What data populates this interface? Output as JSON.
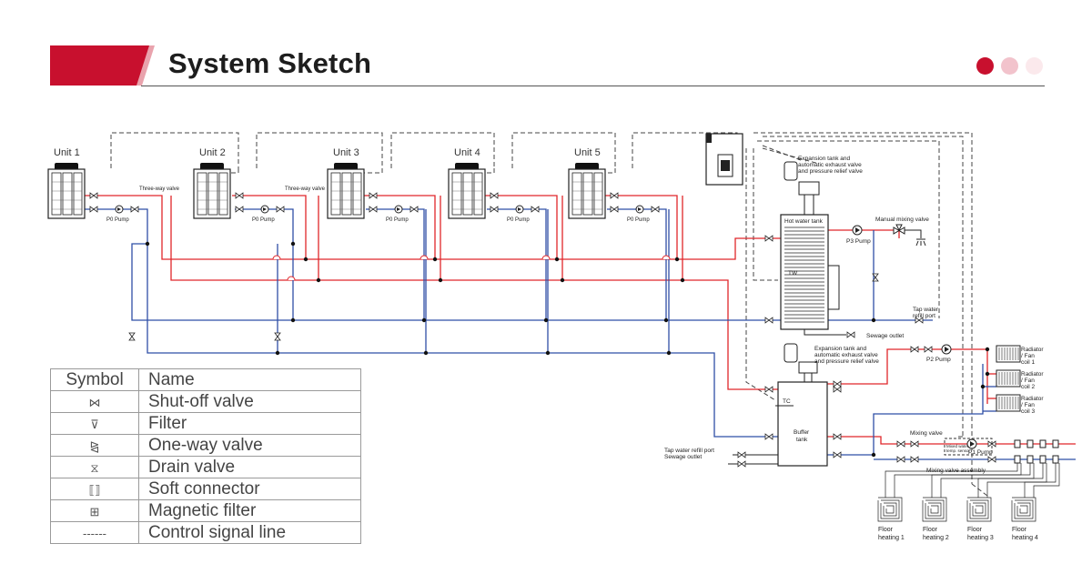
{
  "header": {
    "title": "System Sketch",
    "dots": [
      "#c8102e",
      "#f2c3cc",
      "#fbe9ec"
    ]
  },
  "colors": {
    "hot": "#e0262a",
    "cold": "#2f4fa6",
    "line": "#333333",
    "signal": "#444444"
  },
  "units": [
    {
      "label": "Unit 1",
      "pump": "P0 Pump",
      "valve": "Three-way valve"
    },
    {
      "label": "Unit 2",
      "pump": "P0 Pump",
      "valve": "Three-way valve"
    },
    {
      "label": "Unit 3",
      "pump": "P0 Pump",
      "valve": ""
    },
    {
      "label": "Unit 4",
      "pump": "P0 Pump",
      "valve": ""
    },
    {
      "label": "Unit 5",
      "pump": "P0 Pump",
      "valve": ""
    }
  ],
  "labels": {
    "expansion_top": [
      "Expansion tank and",
      "automatic exhaust valve",
      "and pressure relief valve"
    ],
    "hot_water_tank": "Hot water tank",
    "tw": "TW",
    "p3_pump": "P3 Pump",
    "manual_mixing_valve": "Manual mixing valve",
    "tap_water_refill": [
      "Tap water",
      "refill port"
    ],
    "sewage_outlet": "Sewage outlet",
    "expansion_mid": [
      "Expansion tank and",
      "automatic exhaust valve",
      "and pressure relief valve"
    ],
    "p2_pump": "P2 Pump",
    "radiators": [
      [
        "Radiator",
        "/ Fan",
        "coil 1"
      ],
      [
        "Radiator",
        "/ Fan",
        "coil 2"
      ],
      [
        "Radiator",
        "/ Fan",
        "coil 3"
      ]
    ],
    "tc": "TC",
    "buffer_tank": [
      "Buffer",
      "tank"
    ],
    "tap_water_refill_sewage": [
      "Tap water refill port",
      "Sewage outlet"
    ],
    "mixing_valve": "Mixing valve",
    "mixed_water_sensor": [
      "Mixed water",
      "temp. sensor"
    ],
    "p1_pump": "P1 Pump",
    "mixing_valve_assembly": "Mixing valve assembly",
    "floor_heating": [
      [
        "Floor",
        "heating 1"
      ],
      [
        "Floor",
        "heating 2"
      ],
      [
        "Floor",
        "heating 3"
      ],
      [
        "Floor",
        "heating 4"
      ]
    ]
  },
  "legend": {
    "header": {
      "symbol": "Symbol",
      "name": "Name"
    },
    "rows": [
      {
        "icon": "shut-off-valve-icon",
        "glyph": "⋈",
        "name": "Shut-off valve"
      },
      {
        "icon": "filter-icon",
        "glyph": "⊽",
        "name": "Filter"
      },
      {
        "icon": "one-way-valve-icon",
        "glyph": "⧎",
        "name": "One-way valve"
      },
      {
        "icon": "drain-valve-icon",
        "glyph": "⧖",
        "name": "Drain valve"
      },
      {
        "icon": "soft-connector-icon",
        "glyph": "⟦⟧",
        "name": "Soft connector"
      },
      {
        "icon": "magnetic-filter-icon",
        "glyph": "⊞",
        "name": "Magnetic filter"
      },
      {
        "icon": "control-signal-line-icon",
        "glyph": "------",
        "name": "Control signal line"
      }
    ]
  }
}
